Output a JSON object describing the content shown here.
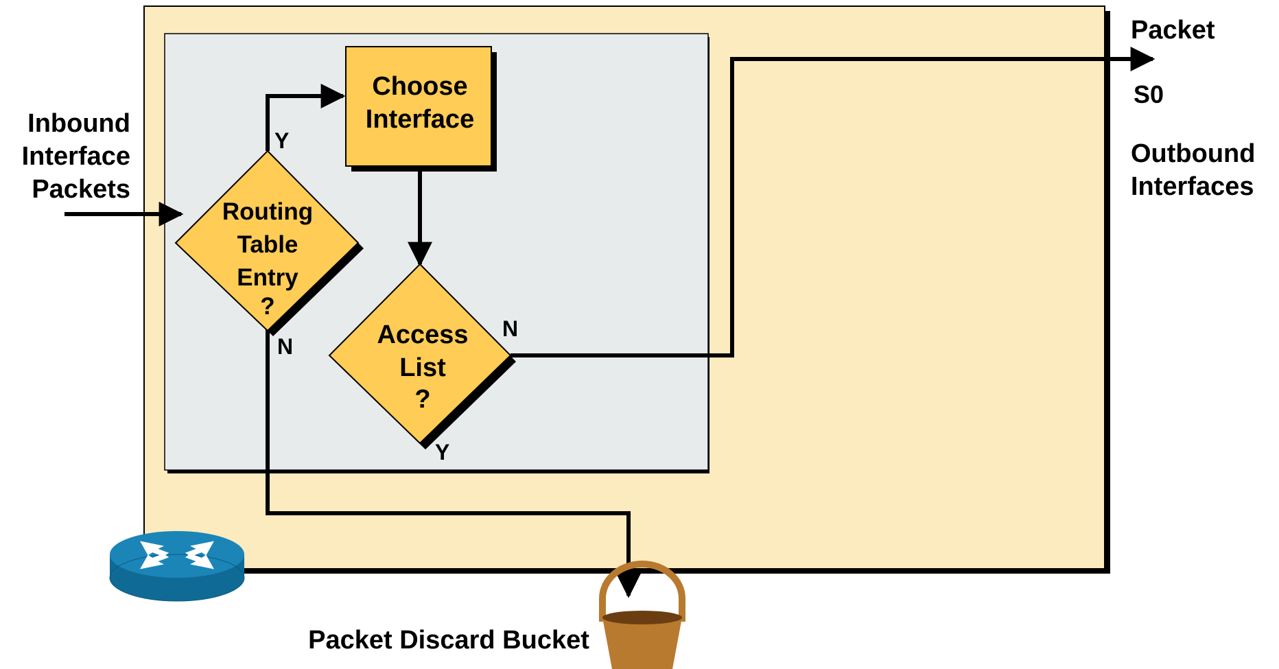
{
  "labels": {
    "inbound_line1": "Inbound",
    "inbound_line2": "Interface",
    "inbound_line3": "Packets",
    "packet": "Packet",
    "s0": "S0",
    "outbound_line1": "Outbound",
    "outbound_line2": "Interfaces",
    "discard_bucket": "Packet Discard Bucket"
  },
  "nodes": {
    "choose_interface": {
      "line1": "Choose",
      "line2": "Interface"
    },
    "routing_table": {
      "line1": "Routing",
      "line2": "Table",
      "line3": "Entry",
      "line4": "?"
    },
    "access_list": {
      "line1": "Access",
      "line2": "List",
      "line3": "?"
    }
  },
  "edge_labels": {
    "routing_yes": "Y",
    "routing_no": "N",
    "access_no": "N",
    "access_yes": "Y"
  },
  "colors": {
    "router_box": "#fdebc0",
    "inner_panel": "#e8ebec",
    "node_fill": "#ffcc55",
    "router_icon": "#1b85b8",
    "bucket": "#b87a2e"
  },
  "icons": {
    "router": "router-icon",
    "bucket": "bucket-icon"
  }
}
